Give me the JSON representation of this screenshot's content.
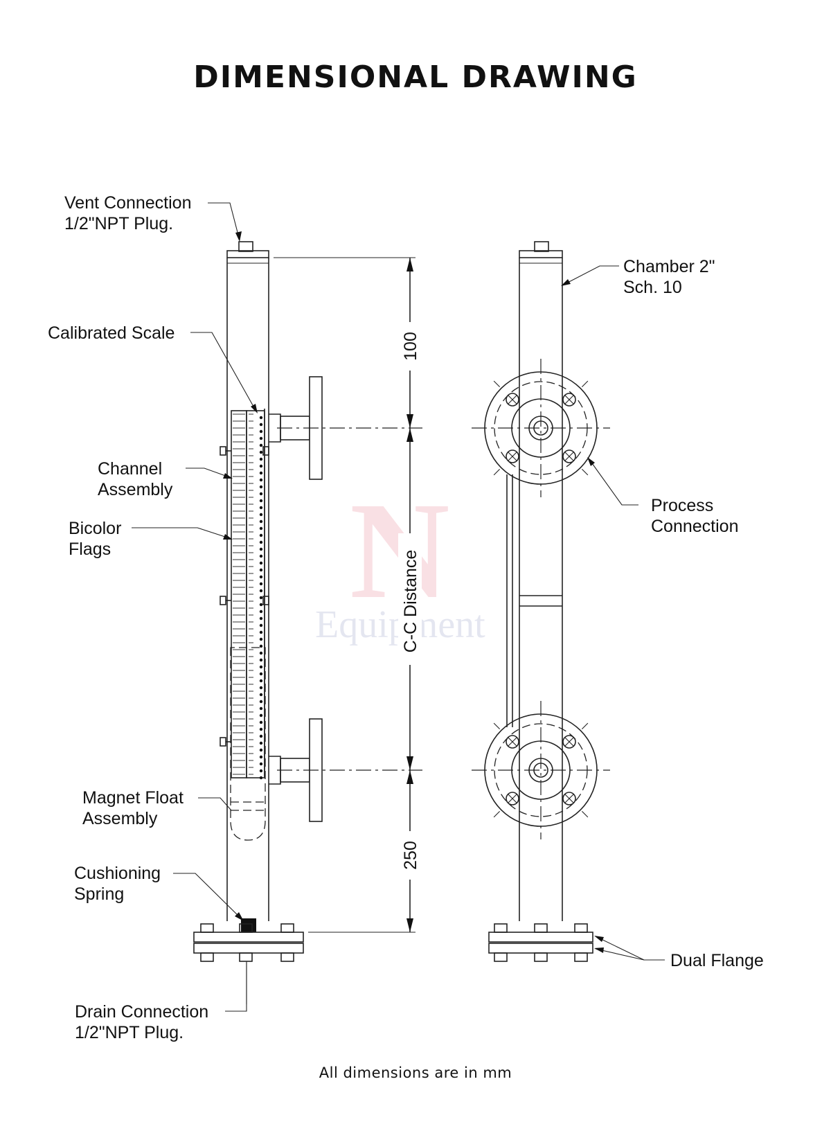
{
  "title": "DIMENSIONAL DRAWING",
  "footer_note": "All dimensions are in mm",
  "watermark": {
    "letter": "N",
    "text": "Equipment"
  },
  "labels": {
    "vent_connection": [
      "Vent Connection",
      "1/2\"NPT Plug."
    ],
    "calibrated_scale": [
      "Calibrated Scale"
    ],
    "channel_assembly": [
      "Channel",
      "Assembly"
    ],
    "bicolor_flags": [
      "Bicolor",
      "Flags"
    ],
    "magnet_float_assembly": [
      "Magnet Float",
      "Assembly"
    ],
    "cushioning_spring": [
      "Cushioning",
      "Spring"
    ],
    "drain_connection": [
      "Drain Connection",
      "1/2\"NPT Plug."
    ],
    "chamber": [
      "Chamber 2\"",
      "Sch. 10"
    ],
    "process_connection": [
      "Process",
      "Connection"
    ],
    "dual_flange": [
      "Dual Flange"
    ]
  },
  "dimensions": {
    "top": "100",
    "middle": "C-C Distance",
    "bottom": "250"
  }
}
